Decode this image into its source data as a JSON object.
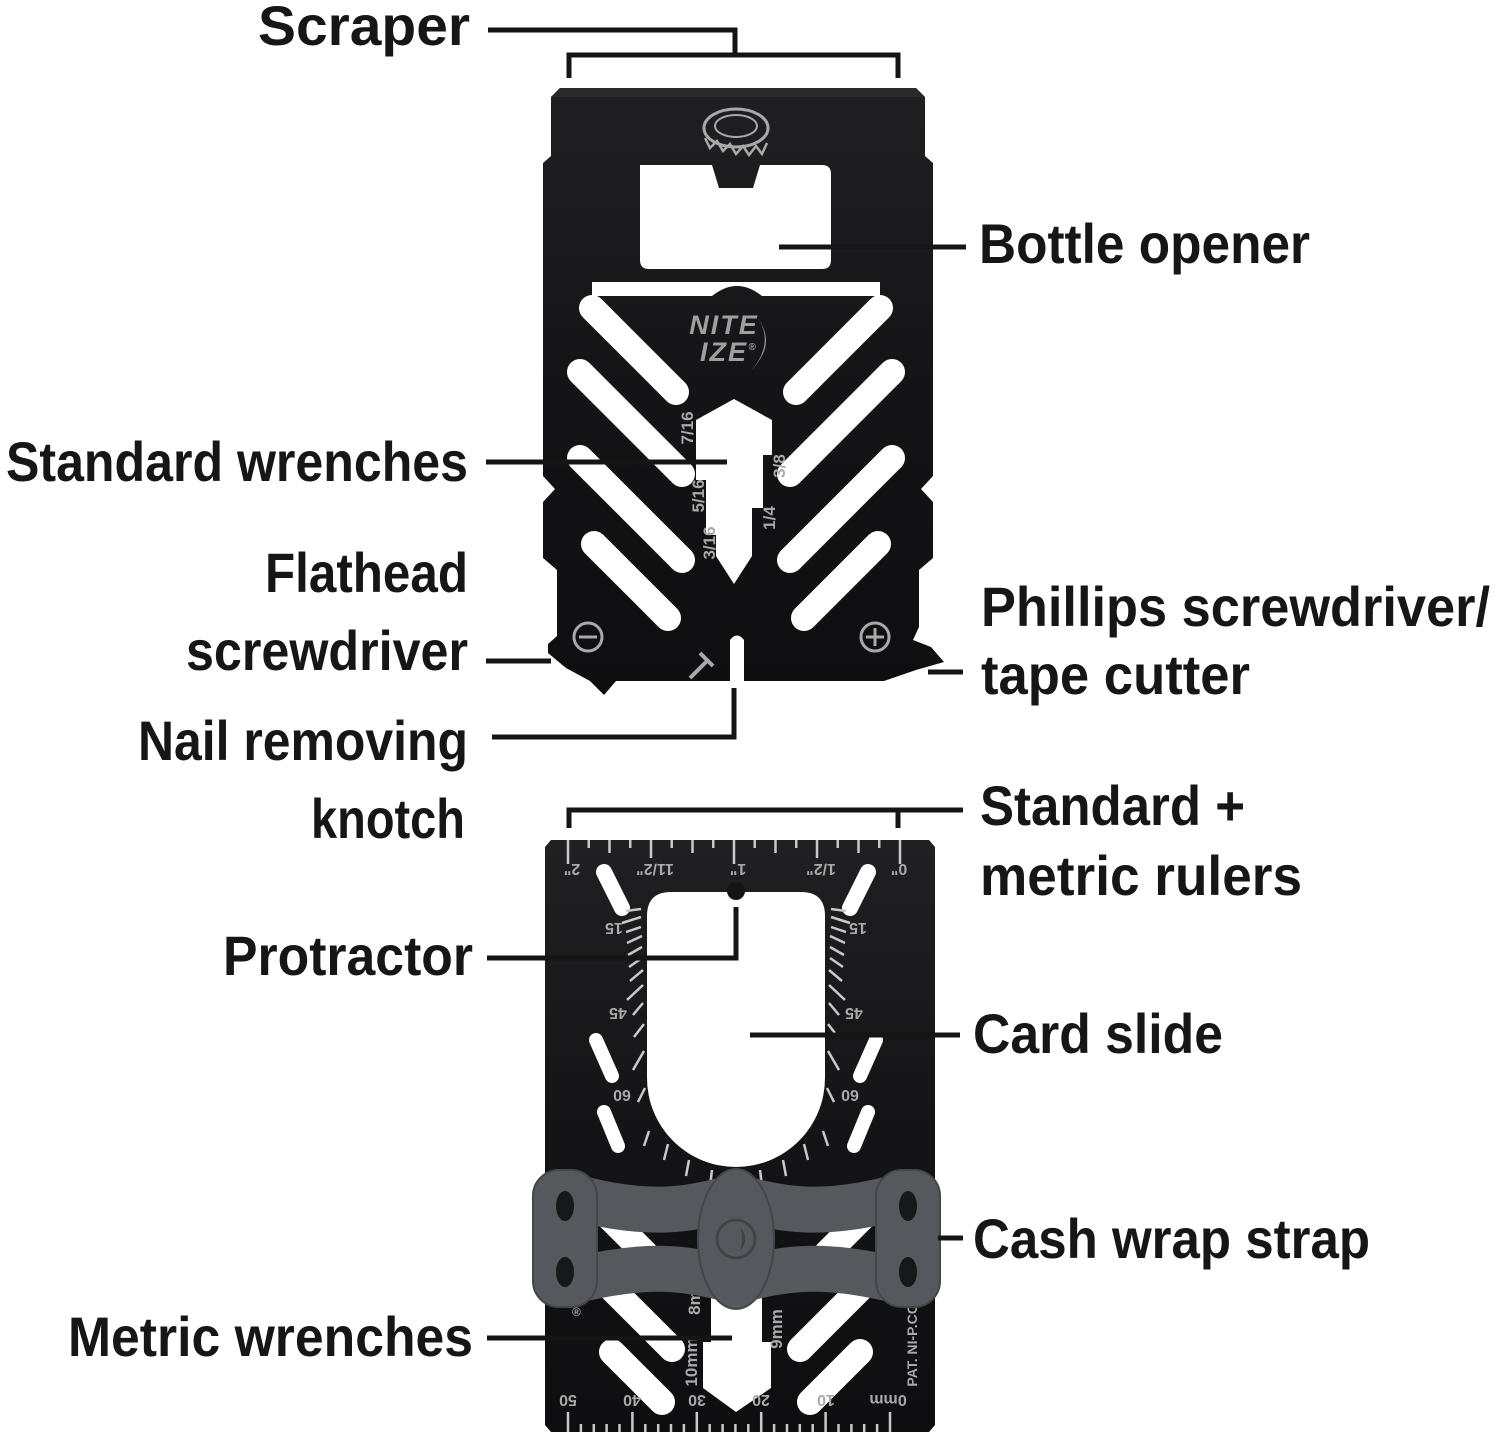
{
  "labels": {
    "scraper": "Scraper",
    "bottle_opener": "Bottle opener",
    "standard_wrenches": "Standard wrenches",
    "flathead_line1": "Flathead",
    "flathead_line2": "screwdriver",
    "nail_line1": "Nail removing",
    "nail_line2": "knotch",
    "phillips_line1": "Phillips screwdriver/",
    "phillips_line2": "tape cutter",
    "rulers_line1": "Standard +",
    "rulers_line2": "metric rulers",
    "protractor": "Protractor",
    "card_slide": "Card slide",
    "cash_wrap": "Cash wrap strap",
    "metric_wrenches": "Metric wrenches"
  },
  "top_card": {
    "brand_line1": "NITE",
    "brand_line2": "IZE",
    "brand_registered": "®",
    "wrench_sizes": [
      "7/16",
      "3/8",
      "5/16",
      "1/4",
      "3/16"
    ]
  },
  "bottom_card": {
    "inch_labels": [
      "2\"",
      "11/2\"",
      "1\"",
      "1/2\"",
      "0\""
    ],
    "protractor_labels": [
      "15",
      "45",
      "60"
    ],
    "metric_wrench_sizes": [
      "8mm",
      "9mm",
      "10mm"
    ],
    "mm_labels": [
      "50",
      "40",
      "30",
      "20",
      "10",
      "0mm"
    ],
    "patent_text": "PAT. NI-P.CO",
    "registered": "®"
  },
  "colors": {
    "card": "#141416",
    "card_top_face": "#2a2a2c",
    "engraving": "#a9a9a9",
    "strap": "#55585c",
    "strap_dark": "#44474a",
    "label_text": "#161616",
    "background": "#ffffff"
  }
}
